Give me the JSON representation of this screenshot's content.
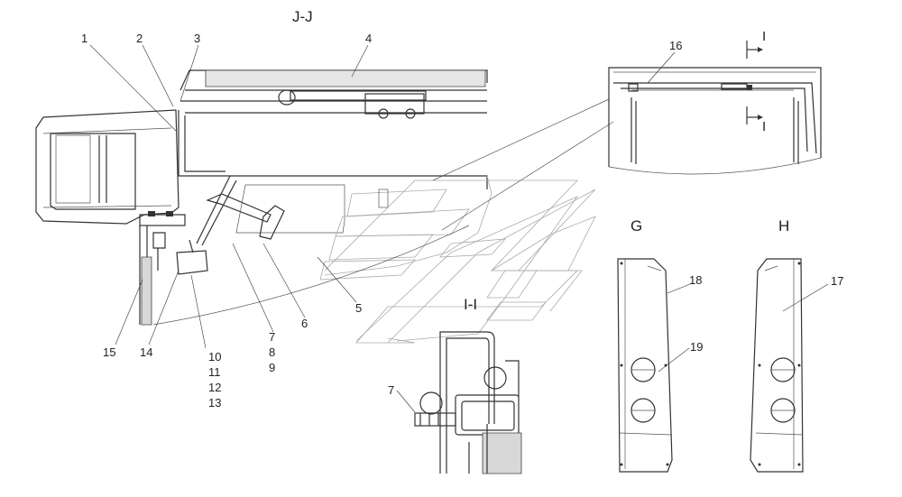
{
  "views": {
    "section_jj": "J-J",
    "section_ii_marker_top": "I",
    "section_ii_marker_bottom": "I",
    "section_ii": "I-I",
    "view_g": "G",
    "view_h": "H"
  },
  "callouts": {
    "c1": "1",
    "c2": "2",
    "c3": "3",
    "c4": "4",
    "c5": "5",
    "c6": "6",
    "c7": "7",
    "c8": "8",
    "c9": "9",
    "c10": "10",
    "c11": "11",
    "c12": "12",
    "c13": "13",
    "c14": "14",
    "c15": "15",
    "c16": "16",
    "c17": "17",
    "c18": "18",
    "c19": "19",
    "c7b": "7"
  }
}
